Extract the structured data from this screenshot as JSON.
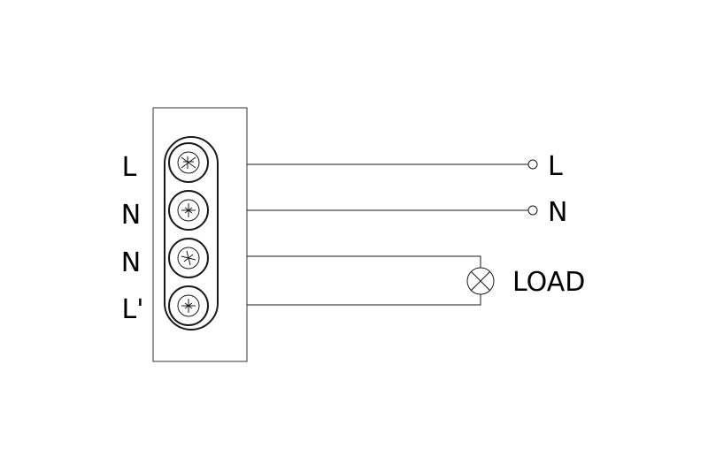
{
  "terminal_block": {
    "labels": [
      "L",
      "N",
      "N",
      "L'"
    ]
  },
  "supply": {
    "line_label": "L",
    "neutral_label": "N"
  },
  "load": {
    "label": "LOAD"
  }
}
